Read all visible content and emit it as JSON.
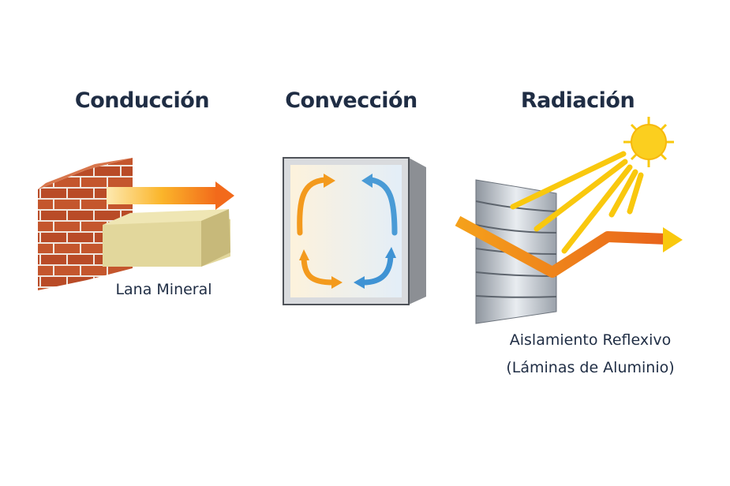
{
  "sections": [
    {
      "title": "Conducción",
      "label": "Lana Mineral"
    },
    {
      "title": "Convección"
    },
    {
      "title": "Radiación",
      "label": "Aislamiento Reflexivo",
      "sublabel": "(Láminas de Aluminio)"
    }
  ],
  "colors": {
    "title": "#1f2d44",
    "brick": "#c0532b",
    "wool": "#d9cd8c",
    "heat": "#f39a1d",
    "cool": "#3f93d4",
    "sun": "#f9c80e"
  }
}
